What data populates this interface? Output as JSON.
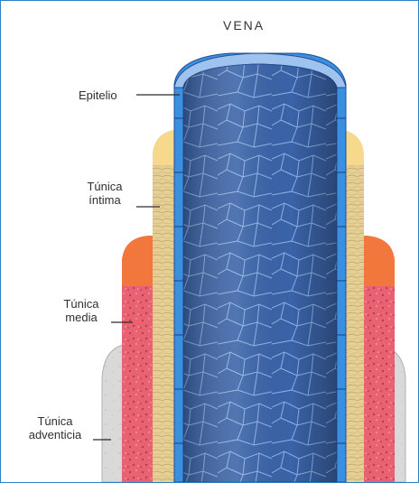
{
  "diagram": {
    "title": "VENA",
    "labels": {
      "epitelio": "Epitelio",
      "intima_1": "Túnica",
      "intima_2": "íntima",
      "media_1": "Túnica",
      "media_2": "media",
      "adventicia_1": "Túnica",
      "adventicia_2": "adventicia"
    },
    "colors": {
      "frame": "#2d7fc8",
      "adventicia": "#dcdcdc",
      "media": "#e86272",
      "media_top": "#f2773d",
      "intima": "#e6cf95",
      "intima_top": "#f7d98e",
      "epitelio": "#3b8fe0",
      "lumen": "#3a63a8",
      "lumen_light": "#5a84c8",
      "leader_line": "#2a2a2a"
    }
  }
}
